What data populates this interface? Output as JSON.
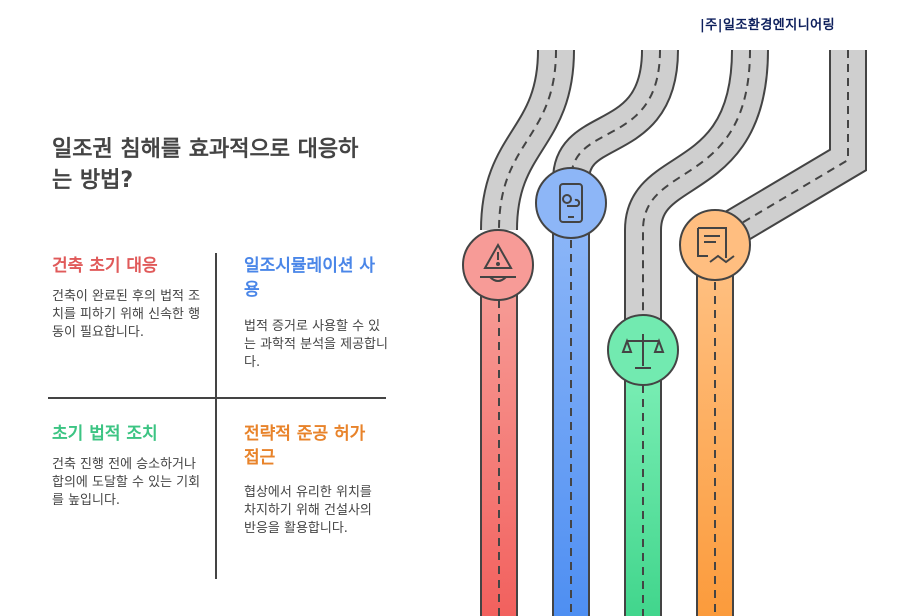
{
  "company": "|주|일조환경엔지니어링",
  "title": "일조권 침해를 효과적으로 대응하는 방법?",
  "sections": [
    {
      "heading": "건축 초기 대응",
      "body": "건축이 완료된 후의 법적 조치를 피하기 위해 신속한 행동이 필요합니다.",
      "color": "#e05a5a",
      "icon": "warning-icon"
    },
    {
      "heading": "일조시뮬레이션 사용",
      "body": "법적 증거로 사용할 수 있는 과학적 분석을 제공합니다.",
      "color": "#4a86e8",
      "icon": "phone-weather-icon"
    },
    {
      "heading": "초기 법적 조치",
      "body": "건축 진행 전에 승소하거나 합의에 도달할 수 있는 기회를 높입니다.",
      "color": "#3cc483",
      "icon": "scales-icon"
    },
    {
      "heading": "전략적 준공 허가 접근",
      "body": "협상에서 유리한 위치를 차지하기 위해 건설사의 반응을 활용합니다.",
      "color": "#e8832a",
      "icon": "contract-handshake-icon"
    }
  ]
}
